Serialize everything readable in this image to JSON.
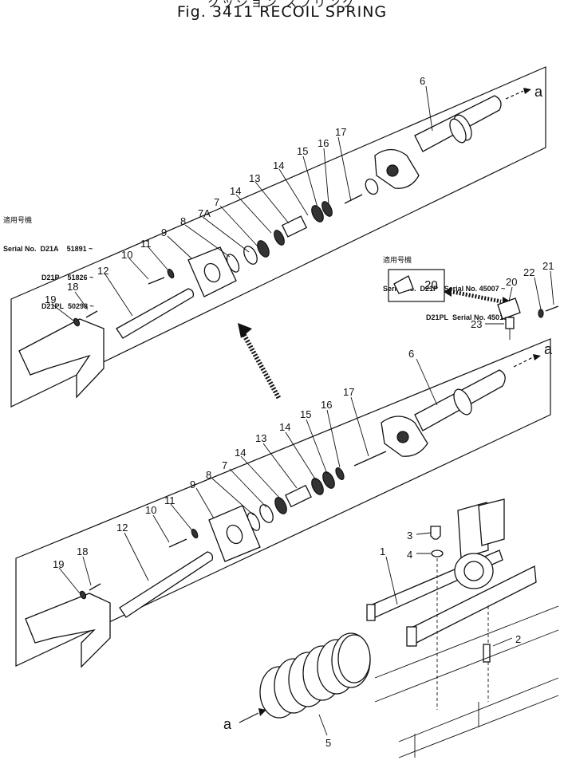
{
  "header": {
    "jp_title": "クッション スプリング",
    "title": "Fig. 3411  RECOIL  SPRING"
  },
  "serial_upper": {
    "jp": "適用号機",
    "label": "Serial No.",
    "rows": [
      {
        "model": "D21A",
        "value": "51891 ~"
      },
      {
        "model": "D21P",
        "value": "51826 ~"
      },
      {
        "model": "D21PL",
        "value": "50298 ~"
      }
    ]
  },
  "serial_mid": {
    "jp": "適用号機",
    "label": "Serial No.",
    "rows": [
      {
        "model": "D21P",
        "value": "Serial No. 45007 ~"
      },
      {
        "model": "D21PL",
        "value": "Serial No. 45013 ~"
      }
    ]
  },
  "callouts": {
    "upper": [
      "6",
      "17",
      "16",
      "15",
      "14",
      "13",
      "14",
      "7",
      "7A",
      "8",
      "9",
      "11",
      "10",
      "12",
      "18",
      "19"
    ],
    "inset": [
      "20",
      "20",
      "22",
      "21",
      "23"
    ],
    "lower": [
      "6",
      "17",
      "16",
      "15",
      "14",
      "13",
      "14",
      "7",
      "8",
      "9",
      "11",
      "10",
      "12",
      "18",
      "19",
      "3",
      "4",
      "1",
      "2",
      "5"
    ],
    "arrow_a": "a"
  }
}
